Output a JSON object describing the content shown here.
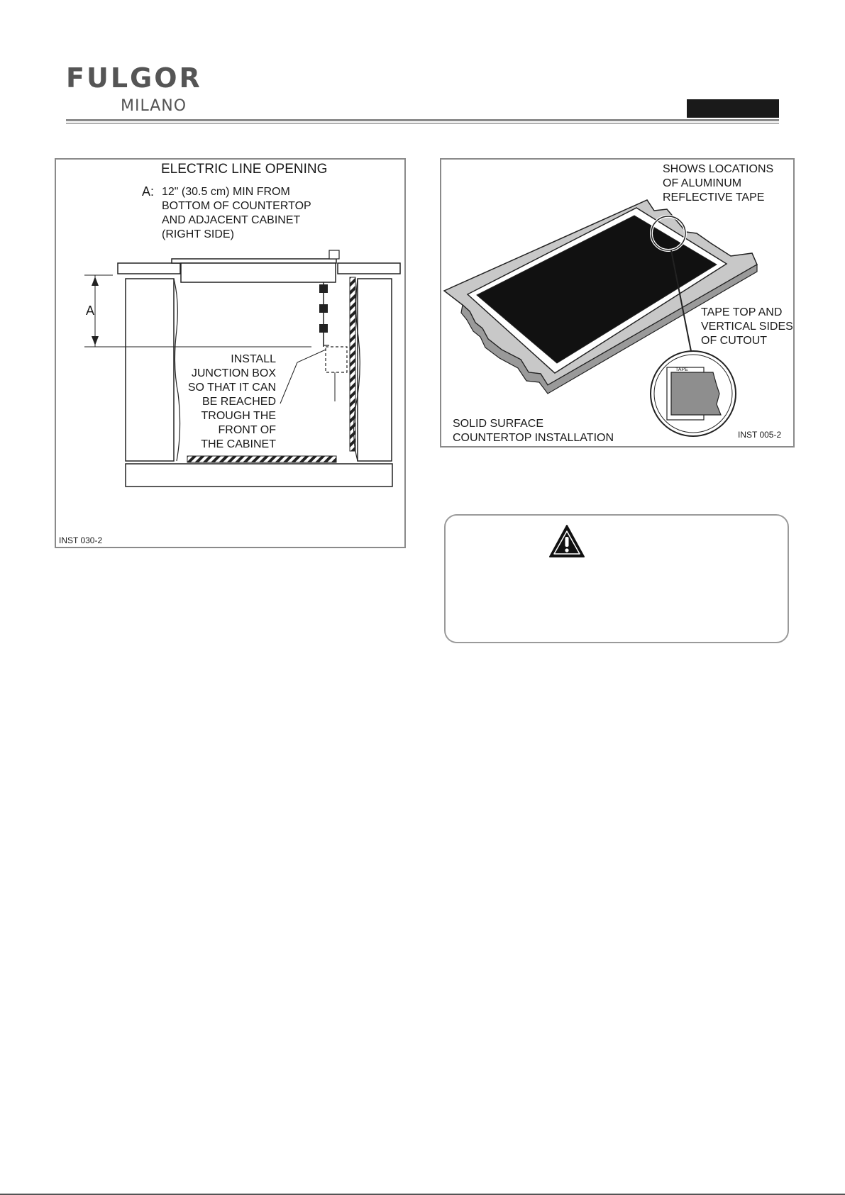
{
  "header": {
    "brand": "FULGOR",
    "brand_sub": "MILANO"
  },
  "figure_left": {
    "title": "ELECTRIC LINE OPENING",
    "dimension_key": "A:",
    "dimension_lines": [
      "12\" (30.5 cm) MIN FROM",
      "BOTTOM OF COUNTERTOP",
      "AND ADJACENT CABINET",
      "(RIGHT SIDE)"
    ],
    "dimension_marker": "A",
    "callout_lines": [
      "INSTALL",
      "JUNCTION BOX",
      "SO THAT IT CAN",
      "BE REACHED",
      "TROUGH THE",
      "FRONT OF",
      "THE CABINET"
    ],
    "code": "INST 030-2"
  },
  "figure_right": {
    "top_callout_lines": [
      "SHOWS LOCATIONS",
      "OF ALUMINUM",
      "REFLECTIVE TAPE"
    ],
    "mid_callout_lines": [
      "TAPE TOP AND",
      "VERTICAL SIDES",
      "OF CUTOUT"
    ],
    "bottom_lines": [
      "SOLID SURFACE",
      "COUNTERTOP INSTALLATION"
    ],
    "detail_label": "TAPE",
    "code": "INST 005-2"
  },
  "warning": {
    "icon": "warning-triangle-icon"
  },
  "colors": {
    "accent_dark": "#1a1a1a",
    "logo_gray": "#555555",
    "countertop_gray": "#c8c8c8",
    "cooktop_black": "#111111"
  }
}
